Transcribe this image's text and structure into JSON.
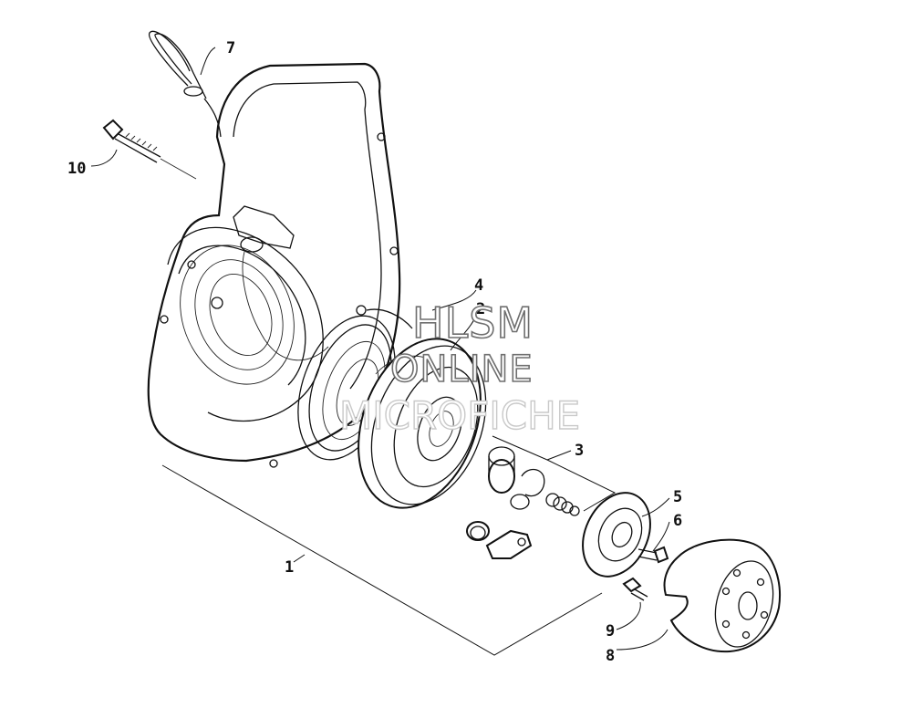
{
  "callouts": {
    "c1": "1",
    "c2": "2",
    "c3": "3",
    "c4": "4",
    "c5": "5",
    "c6": "6",
    "c7": "7",
    "c8": "8",
    "c9": "9",
    "c10": "10"
  },
  "watermark": {
    "line1": "HLSM",
    "line2": "ONLINE",
    "line3": "MICROFICHE"
  },
  "colors": {
    "ink": "#111111",
    "watermark_outline": "#6f6f6f",
    "background": "#ffffff"
  }
}
